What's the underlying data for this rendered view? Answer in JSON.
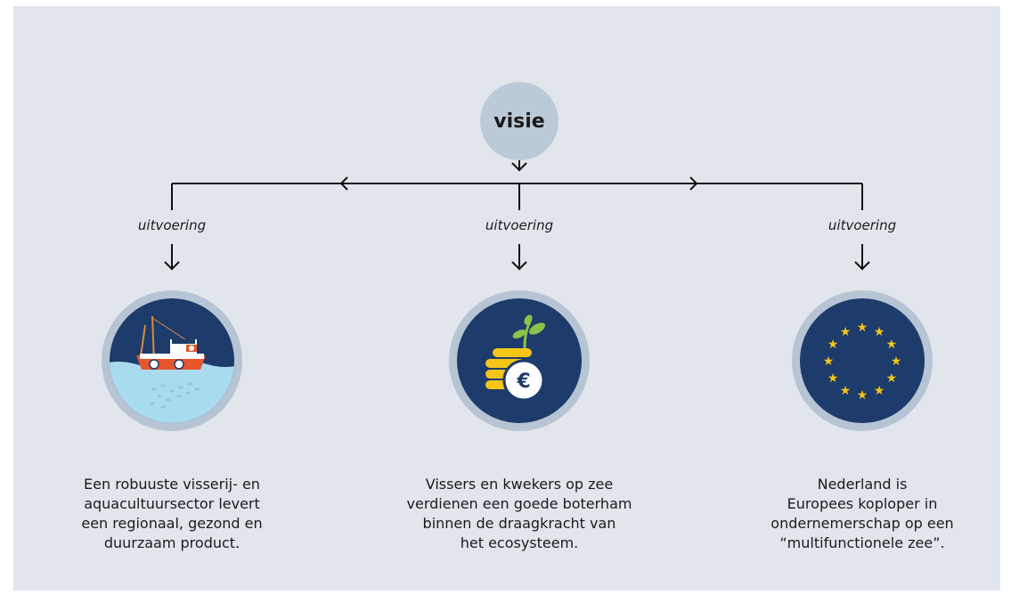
{
  "root": {
    "label": "visie"
  },
  "edge_label": "uitvoering",
  "branches": [
    {
      "icon": "fishing-boat-icon",
      "lines": [
        "Een robuuste visserij- en",
        "aquacultuursector levert",
        "een regionaal, gezond en",
        "duurzaam product."
      ]
    },
    {
      "icon": "euro-coins-plant-icon",
      "lines": [
        "Vissers en kwekers op zee",
        "verdienen een goede boterham",
        "binnen de draagkracht van",
        "het ecosysteem."
      ]
    },
    {
      "icon": "eu-flag-icon",
      "lines": [
        "Nederland is",
        "Europees koploper in",
        "ondernemerschap op een",
        "“multifunctionele zee”."
      ]
    }
  ],
  "colors": {
    "background": "#e1e6ed",
    "node_fill": "#bccad8",
    "icon_circle": "#1d3b6b",
    "ring": "#b7c4d3",
    "gold": "#f5c518",
    "sea": "#a9dbef",
    "boat_red": "#e8542b"
  }
}
